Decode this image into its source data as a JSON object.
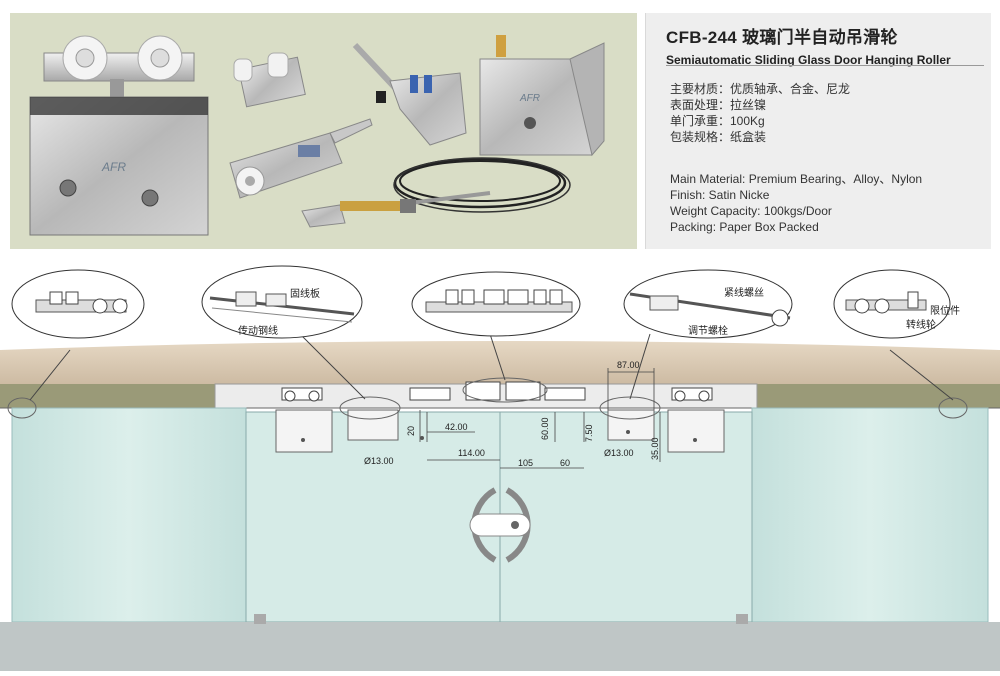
{
  "header": {
    "title_zh": "CFB-244 玻璃门半自动吊滑轮",
    "title_en": "Semiautomatic Sliding Glass Door Hanging Roller"
  },
  "specs_zh": [
    "主要材质：优质轴承、合金、尼龙",
    "表面处理：拉丝镍",
    "单门承重：100Kg",
    "包装规格：纸盒装"
  ],
  "specs_en": [
    "Main Material: Premium Bearing、Alloy、Nylon",
    "Finish: Satin Nicke",
    "Weight Capacity: 100kgs/Door",
    "Packing: Paper Box Packed"
  ],
  "callouts": {
    "wire_plate": "固线板",
    "drive_wire": "传动钢线",
    "tension_bolt": "紧线螺丝",
    "adjust_bolt": "调节螺栓",
    "limit_piece": "限位件",
    "pulley": "转线轮"
  },
  "dimensions": {
    "d87": "87.00",
    "d20": "20",
    "d42": "42.00",
    "dia13_left": "Ø13.00",
    "d114": "114.00",
    "d60v": "60.00",
    "d105": "105",
    "d60": "60",
    "d7_50": "7.50",
    "dia13_right": "Ø13.00",
    "d35": "35.00"
  },
  "colors": {
    "photo_bg": "#d9ddc6",
    "spec_bg": "#eeeeee",
    "ceiling": "#d8c8b4",
    "track_olive": "#9a9a78",
    "glass": "#cfe6e2",
    "floor": "#bfc6c6"
  }
}
